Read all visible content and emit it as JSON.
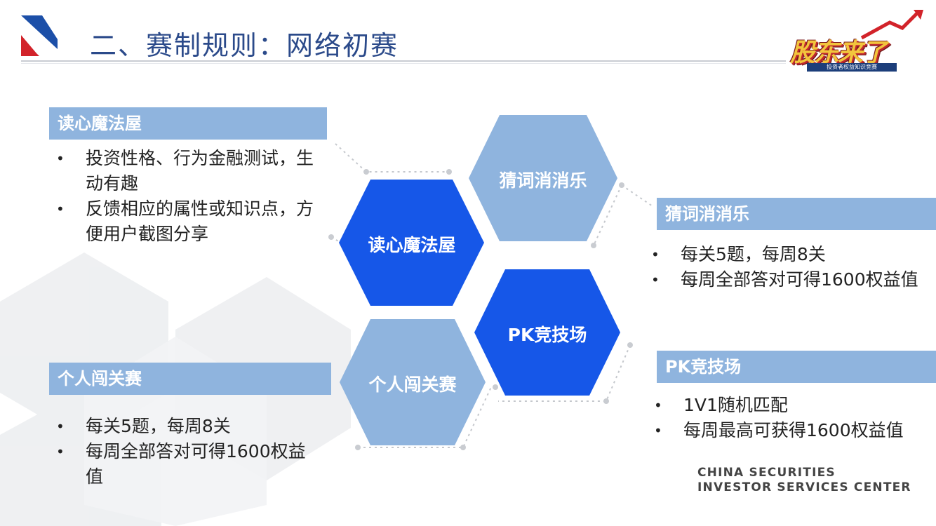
{
  "slide": {
    "title": "二、赛制规则：网络初赛",
    "brand_logo_text": "股东来了",
    "brand_subtitle": "投资者权益知识竞赛"
  },
  "sections": {
    "mindreading": {
      "heading": "读心魔法屋",
      "bullets": [
        "投资性格、行为金融测试，生动有趣",
        "反馈相应的属性或知识点，方便用户截图分享"
      ]
    },
    "wordgame": {
      "heading": "猜词消消乐",
      "bullets": [
        "每关5题，每周8关",
        "每周全部答对可得1600权益值"
      ]
    },
    "pk": {
      "heading": "PK竞技场",
      "bullets": [
        "1V1随机匹配",
        "每周最高可获得1600权益值"
      ]
    },
    "levels": {
      "heading": "个人闯关赛",
      "bullets": [
        "每关5题，每周8关",
        "每周全部答对可得1600权益值"
      ]
    }
  },
  "hexagons": [
    {
      "label": "猜词消消乐",
      "color": "#8fb4de"
    },
    {
      "label": "读心魔法屋",
      "color": "#1657e8"
    },
    {
      "label": "PK竞技场",
      "color": "#1657e8"
    },
    {
      "label": "个人闯关赛",
      "color": "#8fb4de"
    }
  ],
  "footer": {
    "line1": "CHINA SECURITIES",
    "line2": "INVESTOR SERVICES CENTER"
  },
  "colors": {
    "title": "#2b4a8a",
    "accent_dark": "#1657e8",
    "accent_light": "#8fb4de"
  }
}
